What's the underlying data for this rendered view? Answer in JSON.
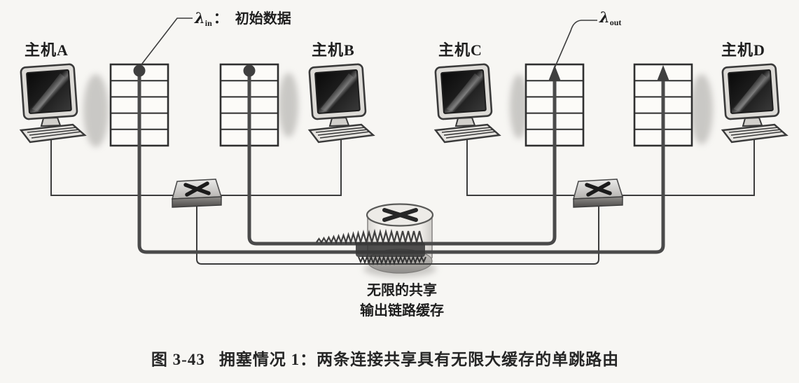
{
  "diagram": {
    "hosts": [
      {
        "label": "主机A"
      },
      {
        "label": "主机B"
      },
      {
        "label": "主机C"
      },
      {
        "label": "主机D"
      }
    ],
    "annotations": {
      "lambda_in": {
        "symbol": "λ",
        "sub": "in",
        "separator": "：",
        "text": "初始数据"
      },
      "lambda_out": {
        "symbol": "λ",
        "sub": "out"
      }
    },
    "router_label": {
      "line1": "无限的共享",
      "line2": "输出链路缓存"
    },
    "caption": {
      "figure": "图 3-43",
      "text": "拥塞情况 1：两条连接共享具有无限大缓存的单跳路由"
    },
    "colors": {
      "background": "#f7f6f3",
      "line_dark": "#3d3d3d",
      "flow_thick": "#4a4a4a",
      "queue_border": "#2f2f2f",
      "switch_top": "#cfcdca",
      "router_body": "#efede9",
      "text": "#1e1e1e"
    }
  }
}
